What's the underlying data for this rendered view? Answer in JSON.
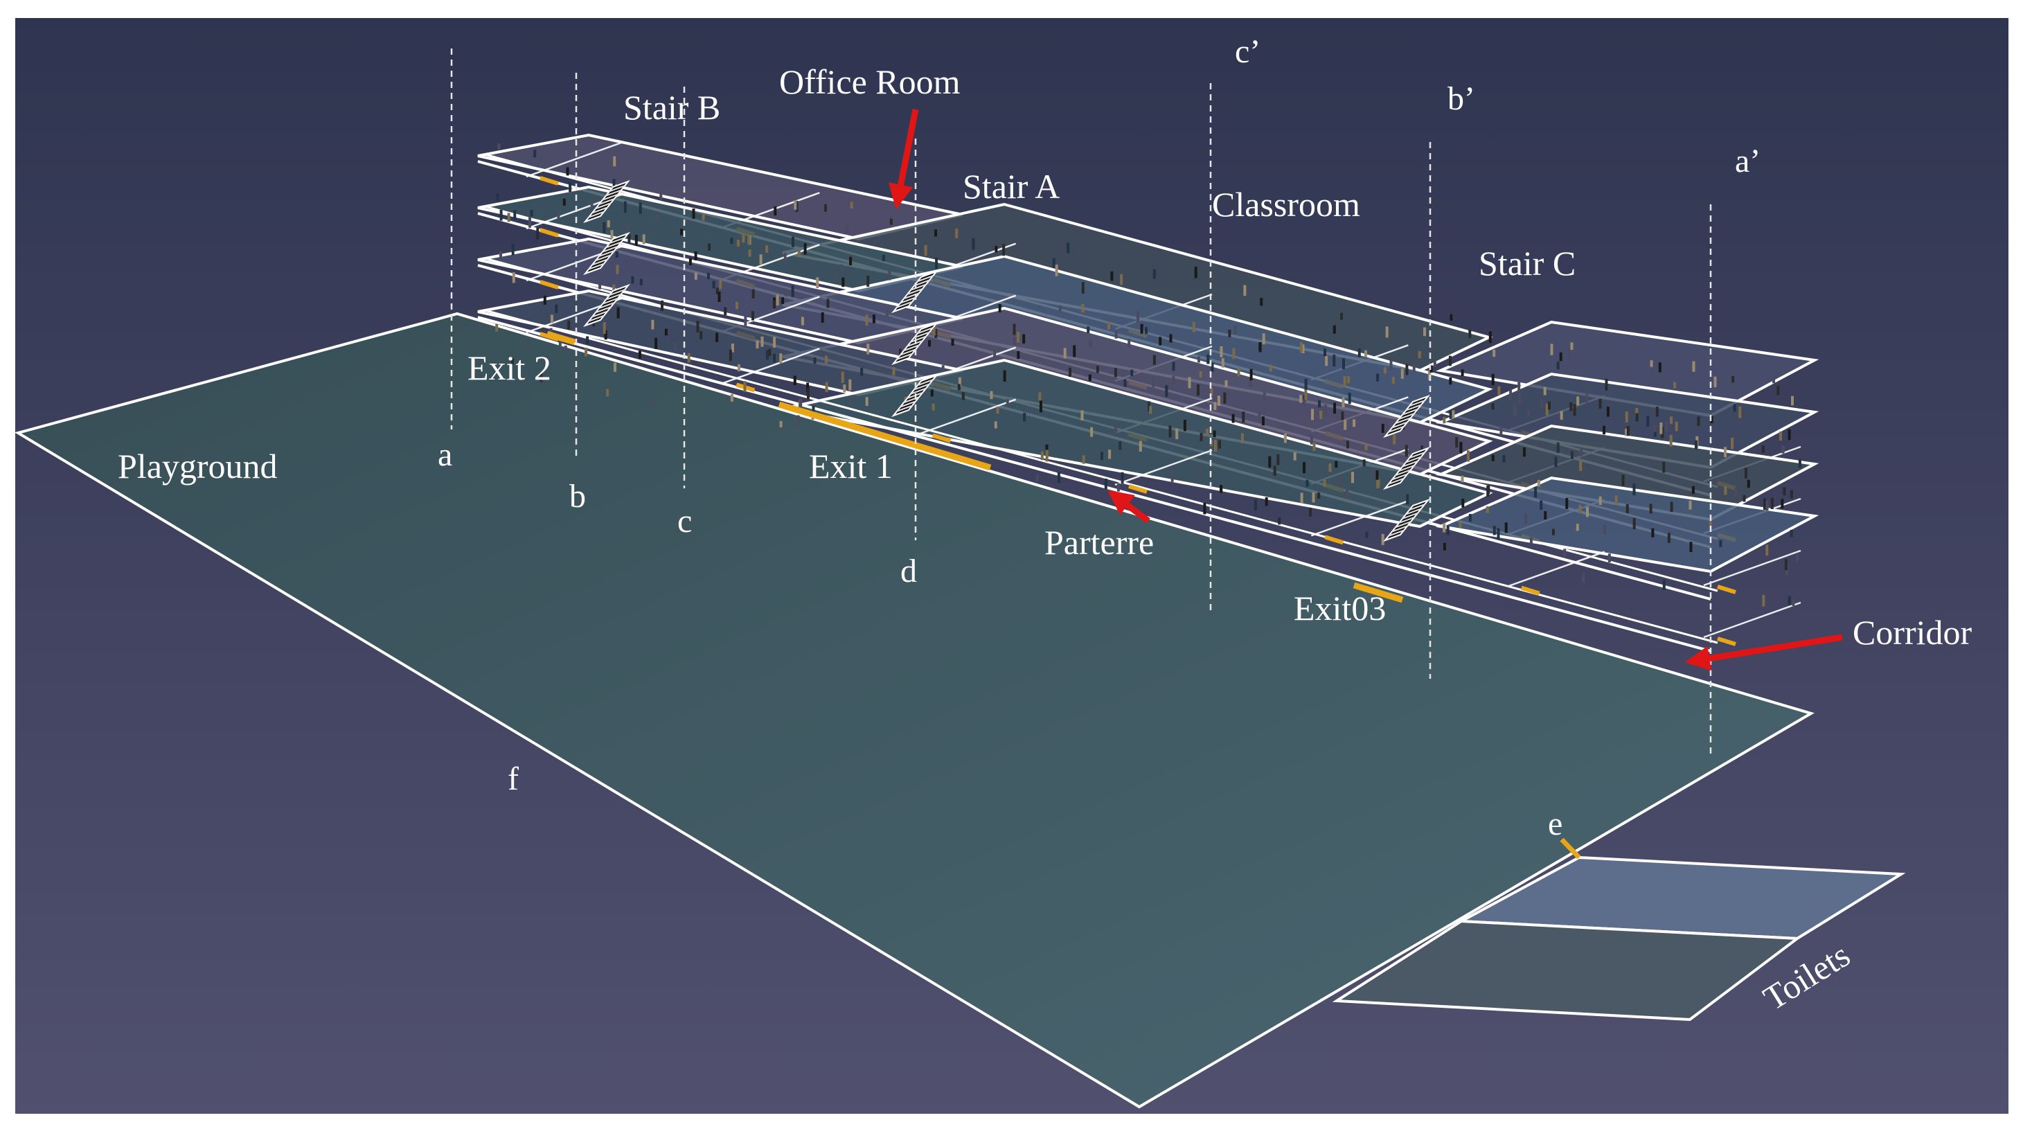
{
  "labels": {
    "stair_b": "Stair B",
    "office_room": "Office Room",
    "stair_a": "Stair A",
    "classroom": "Classroom",
    "stair_c": "Stair C",
    "exit_2": "Exit 2",
    "exit_1": "Exit 1",
    "exit_03": "Exit03",
    "playground": "Playground",
    "parterre": "Parterre",
    "corridor": "Corridor",
    "toilets": "Toilets"
  },
  "section_markers": {
    "a": "a",
    "a_prime": "a’",
    "b": "b",
    "b_prime": "b’",
    "c": "c",
    "c_prime": "c’",
    "d": "d",
    "e": "e",
    "f": "f"
  },
  "colors": {
    "background_top": "#2f3550",
    "background_bottom": "#4f4e6e",
    "ground": "#3f5963",
    "outline": "#ffffff",
    "arrow": "#e01515",
    "door": "#e8a515"
  }
}
